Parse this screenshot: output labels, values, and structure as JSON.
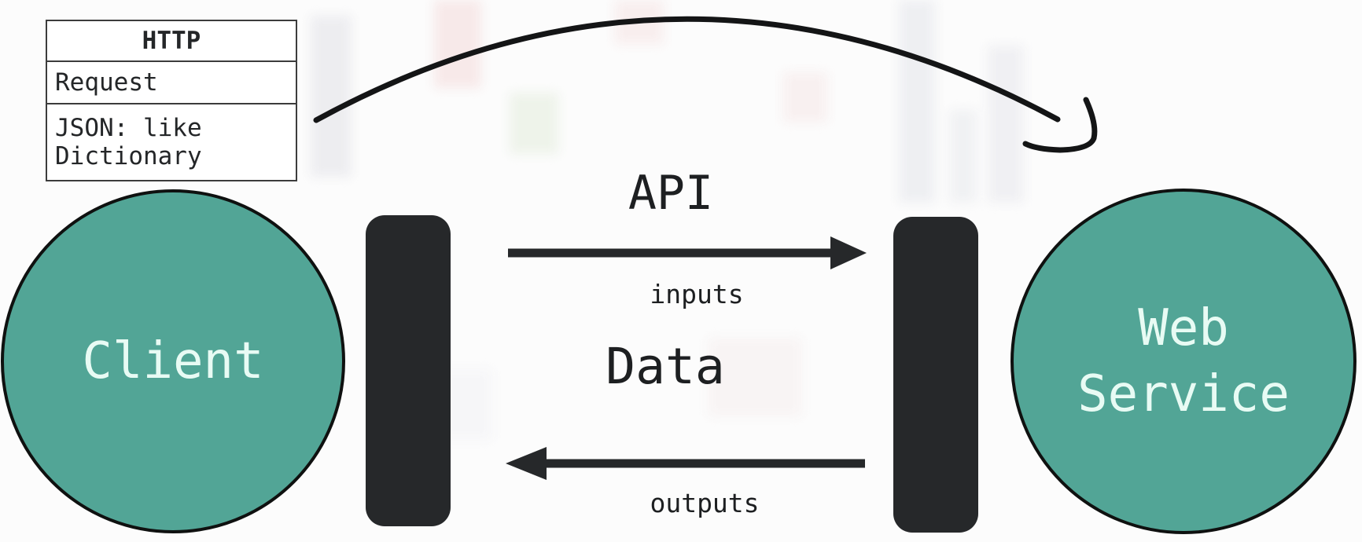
{
  "note_table": {
    "header": "HTTP",
    "rows": [
      "Request",
      "JSON: like Dictionary"
    ]
  },
  "nodes": {
    "client": {
      "label": "Client"
    },
    "web_service": {
      "lines": [
        "Web",
        "Service"
      ]
    }
  },
  "flow": {
    "api_label": "API",
    "inputs_label": "inputs",
    "data_label": "Data",
    "outputs_label": "outputs"
  },
  "colors": {
    "node_fill": "#52a596",
    "node_text": "#e8fbf4",
    "bar_fill": "#26282a",
    "ink": "#1d1f21"
  }
}
